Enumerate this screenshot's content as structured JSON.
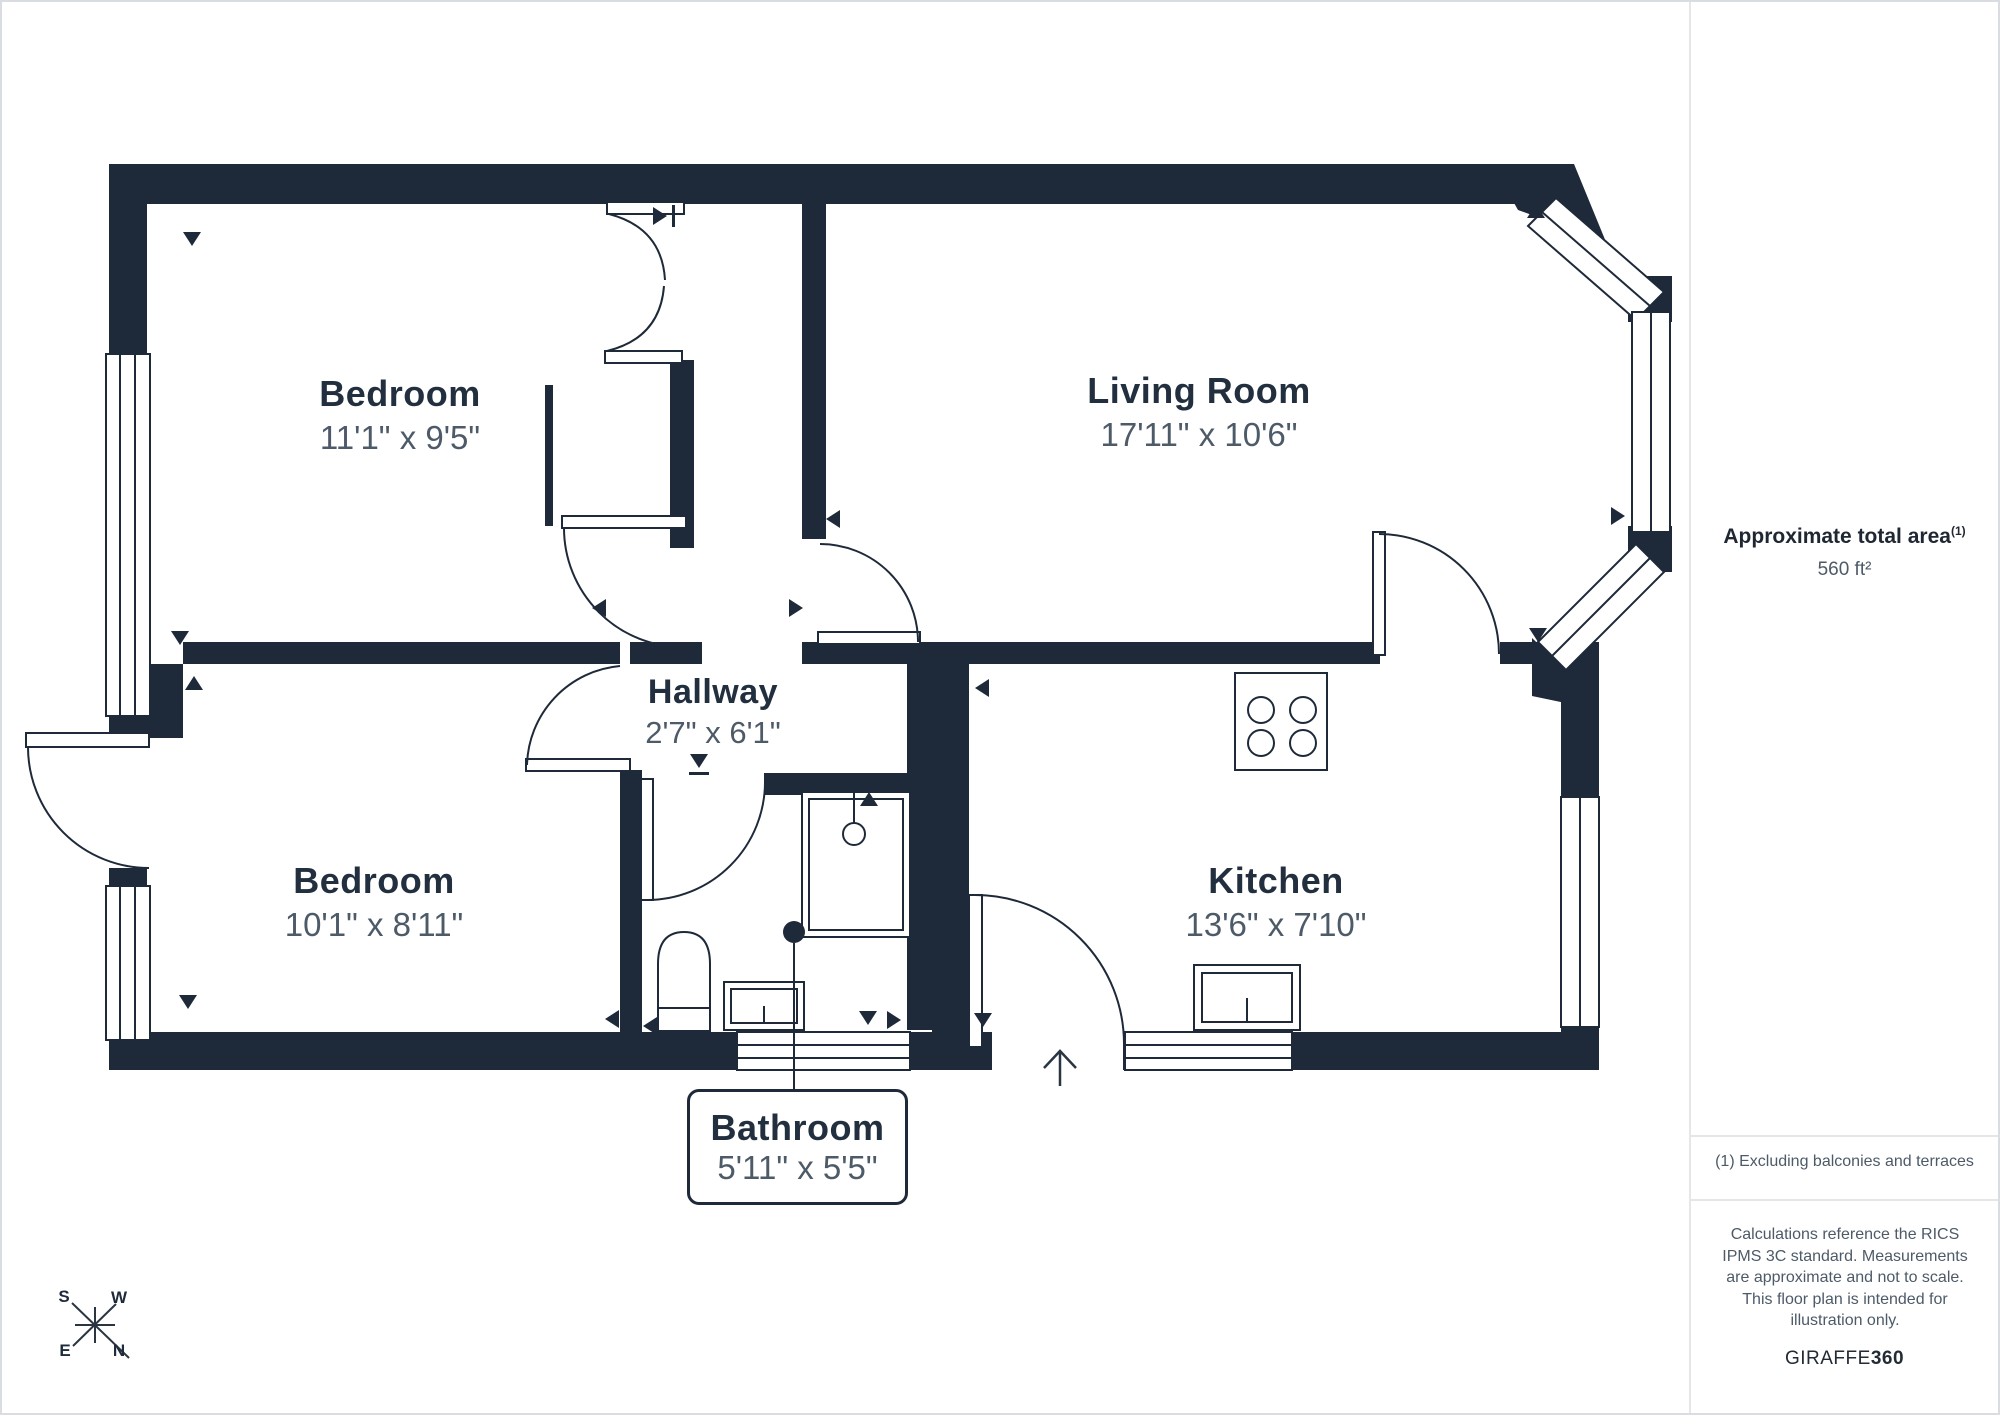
{
  "plan": {
    "wall_color": "#1e2a39",
    "rooms": [
      {
        "name": "Bedroom",
        "dims": "11'1\" x 9'5\""
      },
      {
        "name": "Living Room",
        "dims": "17'11\" x 10'6\""
      },
      {
        "name": "Hallway",
        "dims": "2'7\" x 6'1\""
      },
      {
        "name": "Bedroom",
        "dims": "10'1\" x 8'11\""
      },
      {
        "name": "Kitchen",
        "dims": "13'6\" x 7'10\""
      },
      {
        "name": "Bathroom",
        "dims": "5'11\" x 5'5\""
      }
    ]
  },
  "compass": {
    "n": "N",
    "s": "S",
    "e": "E",
    "w": "W"
  },
  "sidebar": {
    "area_title": "Approximate total area",
    "area_superscript": "(1)",
    "area_value": "560 ft²",
    "footnote": "(1) Excluding balconies and terraces",
    "disclaimer": "Calculations reference the RICS IPMS 3C standard. Measurements are approximate and not to scale. This floor plan is intended for illustration only.",
    "brand_regular": "GIRAFFE",
    "brand_bold": "360"
  }
}
